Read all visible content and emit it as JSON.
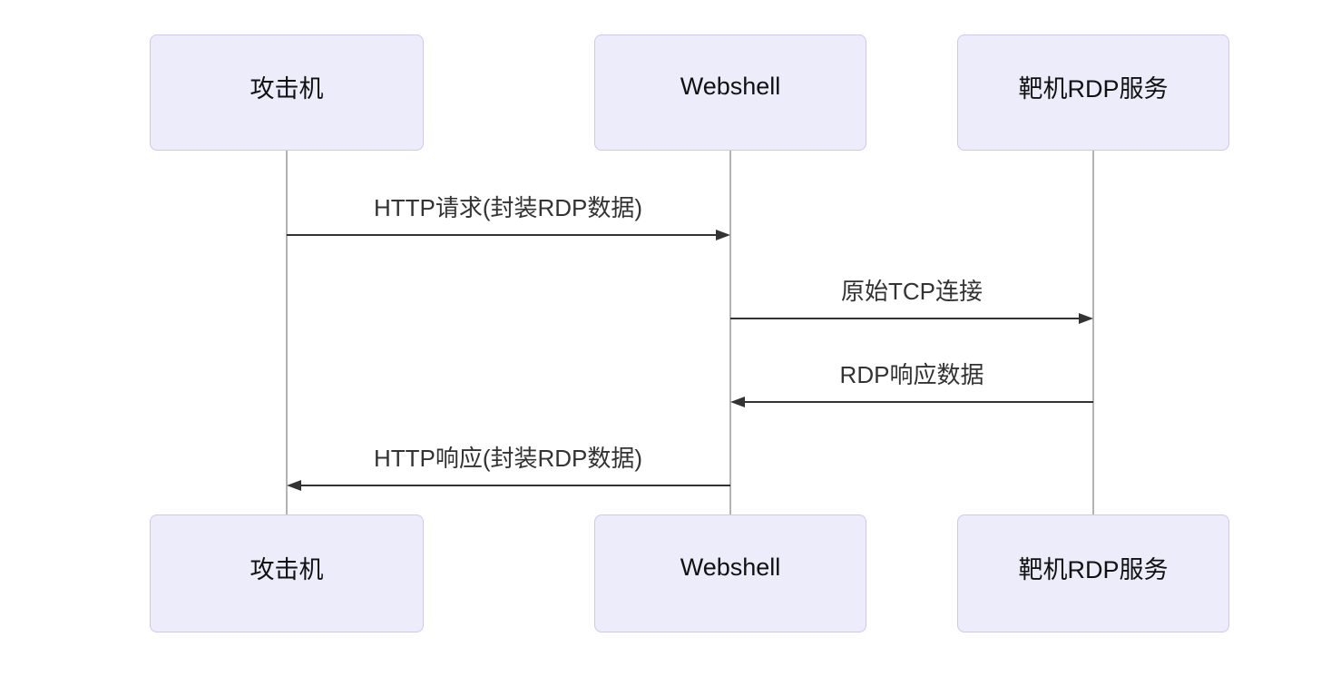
{
  "diagram": {
    "type": "sequence",
    "background": "#ffffff",
    "actor_box_fill": "#ECECFA",
    "actor_box_border": "#CFC8EC",
    "lifeline_color": "#b3b3b3",
    "message_color": "#333333",
    "actors": [
      {
        "id": "attacker",
        "label": "攻击机"
      },
      {
        "id": "webshell",
        "label": "Webshell"
      },
      {
        "id": "rdp-service",
        "label": "靶机RDP服务"
      }
    ],
    "messages": [
      {
        "label": "HTTP请求(封装RDP数据)",
        "from": "攻击机",
        "to": "Webshell",
        "direction": "right",
        "line_style": "solid"
      },
      {
        "label": "原始TCP连接",
        "from": "Webshell",
        "to": "靶机RDP服务",
        "direction": "right",
        "line_style": "solid"
      },
      {
        "label": "RDP响应数据",
        "from": "靶机RDP服务",
        "to": "Webshell",
        "direction": "left",
        "line_style": "solid"
      },
      {
        "label": "HTTP响应(封装RDP数据)",
        "from": "Webshell",
        "to": "攻击机",
        "direction": "left",
        "line_style": "solid"
      }
    ]
  }
}
